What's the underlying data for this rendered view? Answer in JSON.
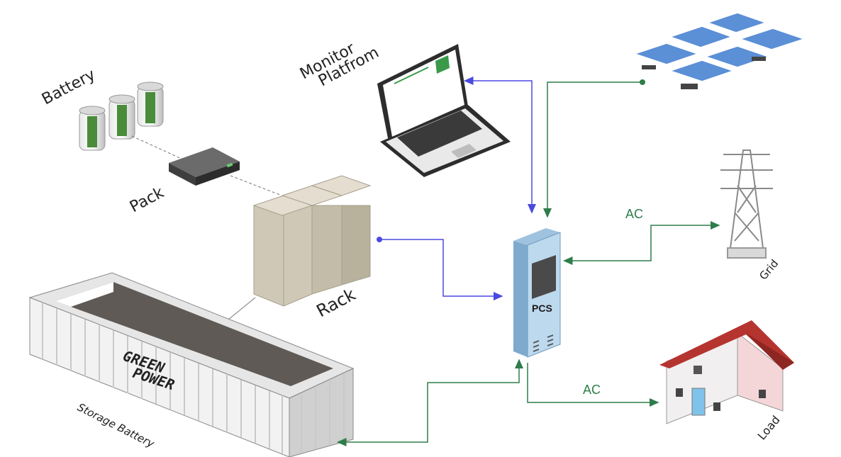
{
  "labels": {
    "battery": "Battery",
    "pack": "Pack",
    "rack": "Rack",
    "monitor_line1": "Monitor",
    "monitor_line2": "Platfrom",
    "pcs": "PCS",
    "grid": "Grid",
    "load": "Load",
    "storage": "Storage Battery",
    "ac_grid": "AC",
    "ac_load": "AC",
    "brand_line1": "GREEN",
    "brand_line2": "POWER"
  },
  "colors": {
    "green": "#2e7d4a",
    "blue": "#4a4ae0",
    "battery_fill": "#4a8c3a",
    "roof": "#b5342f",
    "pcs_body": "#bcd9ee",
    "panel_blue": "#5b8fd6"
  }
}
